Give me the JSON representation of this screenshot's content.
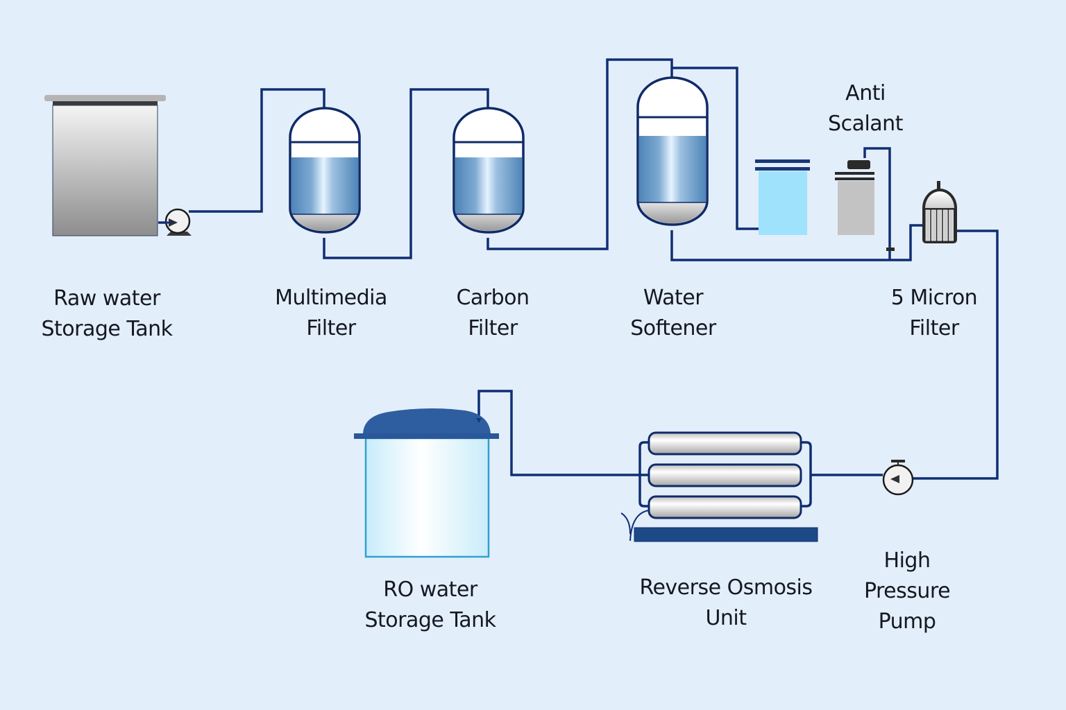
{
  "diagram": {
    "type": "process-flow",
    "title": "Reverse Osmosis Water Treatment Process",
    "colors": {
      "background": "#e3eefb",
      "pipe": "#0f2f72",
      "vessel_outline": "#0f2a66",
      "media_blue": "#5a8fbf",
      "media_highlight": "#e6f3ff",
      "gravel_gray": "#b9b9b9",
      "brine_tank": "#9ee2fb",
      "dosing_tank": "#c3c3c3",
      "ro_lid": "#2e5e9f",
      "ro_base": "#1c4a86",
      "label_text": "#141820"
    },
    "nodes": [
      {
        "id": "raw-tank",
        "label_lines": [
          "Raw water",
          "Storage Tank"
        ]
      },
      {
        "id": "feed-pump",
        "label_lines": []
      },
      {
        "id": "multimedia-filter",
        "label_lines": [
          "Multimedia",
          "Filter"
        ]
      },
      {
        "id": "carbon-filter",
        "label_lines": [
          "Carbon",
          "Filter"
        ]
      },
      {
        "id": "water-softener",
        "label_lines": [
          "Water",
          "Softener"
        ]
      },
      {
        "id": "brine-tank",
        "label_lines": []
      },
      {
        "id": "anti-scalant",
        "label_lines": [
          "Anti",
          "Scalant"
        ]
      },
      {
        "id": "micron-filter",
        "label_lines": [
          "5 Micron",
          "Filter"
        ]
      },
      {
        "id": "hp-pump",
        "label_lines": [
          "High",
          "Pressure",
          "Pump"
        ]
      },
      {
        "id": "ro-unit",
        "label_lines": [
          "Reverse Osmosis",
          "Unit"
        ]
      },
      {
        "id": "ro-tank",
        "label_lines": [
          "RO water",
          "Storage Tank"
        ]
      }
    ],
    "edges": [
      {
        "from": "raw-tank",
        "to": "feed-pump"
      },
      {
        "from": "feed-pump",
        "to": "multimedia-filter"
      },
      {
        "from": "multimedia-filter",
        "to": "carbon-filter"
      },
      {
        "from": "carbon-filter",
        "to": "water-softener"
      },
      {
        "from": "water-softener",
        "to": "brine-tank"
      },
      {
        "from": "water-softener",
        "to": "micron-filter"
      },
      {
        "from": "anti-scalant",
        "to": "micron-filter"
      },
      {
        "from": "micron-filter",
        "to": "hp-pump"
      },
      {
        "from": "hp-pump",
        "to": "ro-unit"
      },
      {
        "from": "ro-unit",
        "to": "ro-tank"
      }
    ],
    "ro_membrane_count": 3,
    "micron_cartridge_count": 5
  }
}
